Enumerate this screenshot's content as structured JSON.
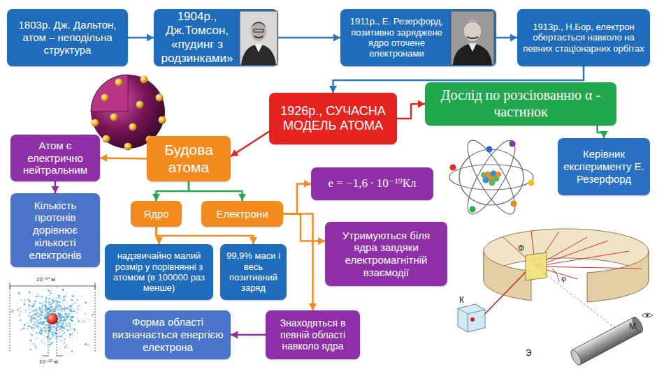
{
  "diagram": {
    "nodes": [
      {
        "text": [
          "1803р. Дж. Дальтон, атом – неподільна структура"
        ]
      },
      {
        "text": [
          "1904р., Дж.Томсон, «пудинг з родзинками»"
        ]
      },
      {
        "text": [
          "1911р., Е. Резерфорд, позитивно заряджене ядро оточене електронами"
        ]
      },
      {
        "text": [
          "1913р., Н.Бор, електрон обертається навколо на певних стаціонарних орбітах"
        ]
      },
      {
        "text": [
          "1926р., СУЧАСНА МОДЕЛЬ АТОМА"
        ]
      },
      {
        "text": [
          "Дослід по розсіюванню α - частинок"
        ]
      },
      {
        "text": [
          "Керівник експерименту Е. Резерфорд"
        ]
      },
      {
        "text": [
          "Будова атома"
        ]
      },
      {
        "text": [
          "Атом є електрично нейтральним"
        ]
      },
      {
        "text": [
          "Кількість протонів дорівнює кількості електронів"
        ]
      },
      {
        "text": [
          "Ядро"
        ]
      },
      {
        "text": [
          "Електрони"
        ]
      },
      {
        "text": [
          "e = −1,6 ∙ 10⁻¹⁹Кл"
        ]
      },
      {
        "text": [
          "Утримуються біля ядра завдяки електромагнітній взаємодії"
        ]
      },
      {
        "text": [
          "надзвичайно малий розмір у порівнянні з атомом (в 100000 раз менше)"
        ]
      },
      {
        "text": [
          "99,9% маси і весь позитивний заряд"
        ]
      },
      {
        "text": [
          "Знаходяться в певній області навколо ядра"
        ]
      },
      {
        "text": [
          "Форма області визначається енергією електрона"
        ]
      }
    ],
    "edges": [
      {
        "from": 0,
        "to": 1,
        "arrow": "to"
      },
      {
        "from": 1,
        "to": 2,
        "arrow": "to"
      },
      {
        "from": 2,
        "to": 3,
        "arrow": "to"
      },
      {
        "from": 3,
        "to": 4,
        "arrow": "to"
      },
      {
        "from": 4,
        "to": 5,
        "arrow": "to"
      },
      {
        "from": 5,
        "to": 6,
        "arrow": "to"
      },
      {
        "from": 4,
        "to": 7,
        "arrow": "to"
      },
      {
        "from": 7,
        "to": 8,
        "arrow": "to"
      },
      {
        "from": 8,
        "to": 9,
        "arrow": "to"
      },
      {
        "from": 7,
        "to": 10,
        "arrow": "to"
      },
      {
        "from": 7,
        "to": 11,
        "arrow": "to"
      },
      {
        "from": 11,
        "to": 12,
        "arrow": "to"
      },
      {
        "from": 11,
        "to": 13,
        "arrow": "to"
      },
      {
        "from": 11,
        "to": 16,
        "arrow": "to"
      },
      {
        "from": 10,
        "to": 14,
        "arrow": "to"
      },
      {
        "from": 10,
        "to": 15,
        "arrow": "to"
      },
      {
        "from": 16,
        "to": 17,
        "arrow": "to"
      }
    ],
    "labels": [
      "10⁻¹⁰ м",
      "10⁻¹⁵ м",
      "Ф",
      "φ",
      "К",
      "Э",
      "М"
    ]
  }
}
